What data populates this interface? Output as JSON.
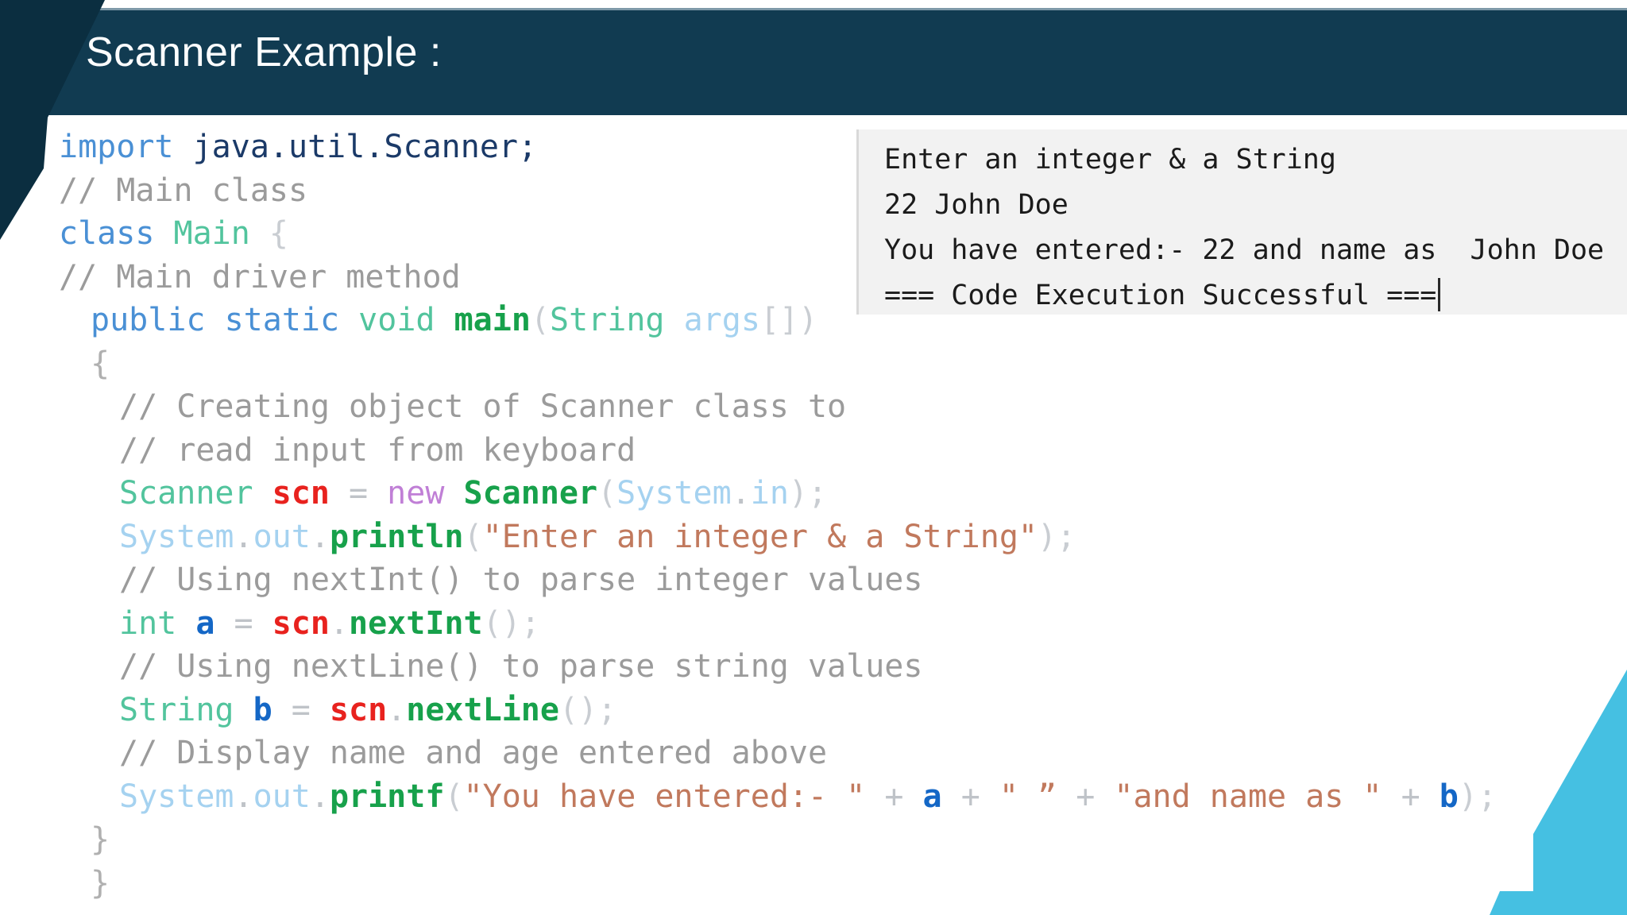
{
  "slide": {
    "title": "Scanner Example :"
  },
  "colors": {
    "header_bg": "#113b51",
    "corner_accent": "#0b2e40",
    "top_strip_line": "#7e99a8",
    "accent_cyan": "#45c0e2",
    "console_bg": "#f2f2f2",
    "console_text": "#1b1b1b"
  },
  "code": {
    "palette": {
      "kw": {
        "color": "#4a90d5",
        "bold": false
      },
      "pkg": {
        "color": "#1b3a68",
        "bold": false
      },
      "cmt": {
        "color": "#9b9b9b",
        "bold": false
      },
      "type": {
        "color": "#52c49d",
        "bold": false
      },
      "fn": {
        "color": "#17a14b",
        "bold": true
      },
      "var": {
        "color": "#e8221e",
        "bold": true
      },
      "varb": {
        "color": "#1467c6",
        "bold": true
      },
      "new": {
        "color": "#c07fd6",
        "bold": false
      },
      "obj": {
        "color": "#a5d2f0",
        "bold": false
      },
      "str": {
        "color": "#c1795d",
        "bold": false
      },
      "punc": {
        "color": "#c9cdd2",
        "bold": false
      },
      "op": {
        "color": "#bfc3c8",
        "bold": false
      },
      "brace": {
        "color": "#b0b0b0",
        "bold": false
      }
    },
    "lines": [
      {
        "indent": 0,
        "tokens": [
          {
            "t": "import",
            "c": "kw"
          },
          {
            "t": " java.util.Scanner;",
            "c": "pkg"
          }
        ]
      },
      {
        "indent": 0,
        "tokens": [
          {
            "t": "// Main class",
            "c": "cmt"
          }
        ]
      },
      {
        "indent": 0,
        "tokens": [
          {
            "t": "class",
            "c": "kw"
          },
          {
            "t": " Main",
            "c": "type"
          },
          {
            "t": " {",
            "c": "punc"
          }
        ]
      },
      {
        "indent": 0,
        "tokens": [
          {
            "t": "// Main driver method",
            "c": "cmt"
          }
        ]
      },
      {
        "indent": 1,
        "tokens": [
          {
            "t": "public static",
            "c": "kw"
          },
          {
            "t": " void",
            "c": "type"
          },
          {
            "t": " main",
            "c": "fn"
          },
          {
            "t": "(",
            "c": "punc"
          },
          {
            "t": "String",
            "c": "type"
          },
          {
            "t": " args",
            "c": "obj"
          },
          {
            "t": "[])",
            "c": "punc"
          }
        ]
      },
      {
        "indent": 1,
        "tokens": [
          {
            "t": "{",
            "c": "brace"
          }
        ]
      },
      {
        "indent": 2,
        "tokens": [
          {
            "t": "// Creating object of Scanner class to",
            "c": "cmt"
          }
        ]
      },
      {
        "indent": 2,
        "tokens": [
          {
            "t": "// read input from keyboard",
            "c": "cmt"
          }
        ]
      },
      {
        "indent": 2,
        "tokens": [
          {
            "t": "Scanner",
            "c": "type"
          },
          {
            "t": " scn",
            "c": "var"
          },
          {
            "t": " = ",
            "c": "op"
          },
          {
            "t": "new",
            "c": "new"
          },
          {
            "t": " Scanner",
            "c": "fn"
          },
          {
            "t": "(",
            "c": "punc"
          },
          {
            "t": "System",
            "c": "obj"
          },
          {
            "t": ".",
            "c": "op"
          },
          {
            "t": "in",
            "c": "obj"
          },
          {
            "t": ");",
            "c": "punc"
          }
        ]
      },
      {
        "indent": 2,
        "tokens": [
          {
            "t": "System",
            "c": "obj"
          },
          {
            "t": ".",
            "c": "op"
          },
          {
            "t": "out",
            "c": "obj"
          },
          {
            "t": ".",
            "c": "op"
          },
          {
            "t": "println",
            "c": "fn"
          },
          {
            "t": "(",
            "c": "punc"
          },
          {
            "t": "\"Enter an integer & a String\"",
            "c": "str"
          },
          {
            "t": ");",
            "c": "punc"
          }
        ]
      },
      {
        "indent": 2,
        "tokens": [
          {
            "t": "// Using nextInt() to parse integer values",
            "c": "cmt"
          }
        ]
      },
      {
        "indent": 2,
        "tokens": [
          {
            "t": "int",
            "c": "type"
          },
          {
            "t": " a",
            "c": "varb"
          },
          {
            "t": " = ",
            "c": "op"
          },
          {
            "t": "scn",
            "c": "var"
          },
          {
            "t": ".",
            "c": "op"
          },
          {
            "t": "nextInt",
            "c": "fn"
          },
          {
            "t": "();",
            "c": "punc"
          }
        ]
      },
      {
        "indent": 2,
        "tokens": [
          {
            "t": "// Using nextLine() to parse string values",
            "c": "cmt"
          }
        ]
      },
      {
        "indent": 2,
        "tokens": [
          {
            "t": "String",
            "c": "type"
          },
          {
            "t": " b",
            "c": "varb"
          },
          {
            "t": " = ",
            "c": "op"
          },
          {
            "t": "scn",
            "c": "var"
          },
          {
            "t": ".",
            "c": "op"
          },
          {
            "t": "nextLine",
            "c": "fn"
          },
          {
            "t": "();",
            "c": "punc"
          }
        ]
      },
      {
        "indent": 2,
        "tokens": [
          {
            "t": "// Display name and age entered above",
            "c": "cmt"
          }
        ]
      },
      {
        "indent": 2,
        "tokens": [
          {
            "t": "System",
            "c": "obj"
          },
          {
            "t": ".",
            "c": "op"
          },
          {
            "t": "out",
            "c": "obj"
          },
          {
            "t": ".",
            "c": "op"
          },
          {
            "t": "printf",
            "c": "fn"
          },
          {
            "t": "(",
            "c": "punc"
          },
          {
            "t": "\"You have entered:- \"",
            "c": "str"
          },
          {
            "t": " + ",
            "c": "op"
          },
          {
            "t": "a",
            "c": "varb"
          },
          {
            "t": " + ",
            "c": "op"
          },
          {
            "t": "\" ”",
            "c": "str"
          },
          {
            "t": " + ",
            "c": "op"
          },
          {
            "t": "\"and name as \"",
            "c": "str"
          },
          {
            "t": " + ",
            "c": "op"
          },
          {
            "t": "b",
            "c": "varb"
          },
          {
            "t": ");",
            "c": "punc"
          }
        ]
      },
      {
        "indent": 1,
        "tokens": [
          {
            "t": "}",
            "c": "brace"
          }
        ]
      },
      {
        "indent": 1,
        "tokens": [
          {
            "t": "}",
            "c": "brace"
          }
        ]
      }
    ]
  },
  "console": {
    "lines": [
      "Enter an integer & a String",
      "22 John Doe",
      "You have entered:- 22 and name as  John Doe",
      "=== Code Execution Successful ==="
    ]
  }
}
